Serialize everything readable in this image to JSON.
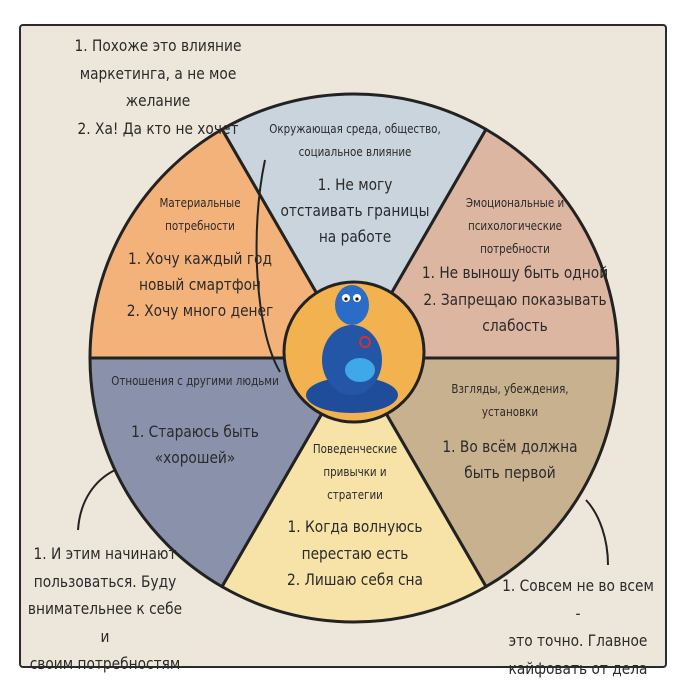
{
  "colors": {
    "paper": "#ede6da",
    "blue": "#c9d4dc",
    "orange": "#f4b27b",
    "rose": "#ddb6a2",
    "tan": "#c8b18e",
    "yellow": "#f7e2a8",
    "slate": "#8a91ab",
    "center": "#f1b24f",
    "character": "#2456a8"
  },
  "notes": {
    "top_left": [
      "1. Похоже это влияние",
      "маркетинга, а не мое желание",
      "2. Ха! Да кто не хочет"
    ],
    "bottom_left": [
      "1. И этим начинают",
      "пользоваться. Буду",
      "внимательнее к себе и",
      "своим потребностям"
    ],
    "bottom_right": [
      "1. Совсем не во всем -",
      "это точно. Главное",
      "кайфовать от дела"
    ]
  },
  "sectors": {
    "environment": {
      "title": [
        "Окружающая среда, общество,",
        "социальное влияние"
      ],
      "items": [
        "1. Не могу",
        "отстаивать границы",
        "на работе"
      ]
    },
    "material": {
      "title": [
        "Материальные",
        "потребности"
      ],
      "items": [
        "1. Хочу каждый год",
        "новый смартфон",
        "2. Хочу много денег"
      ]
    },
    "emotional": {
      "title": [
        "Эмоциональные и",
        "психологические",
        "потребности"
      ],
      "items": [
        "1. Не выношу быть одной",
        "2. Запрещаю показывать",
        "слабость"
      ]
    },
    "relations": {
      "title": [
        "Отношения с другими людьми"
      ],
      "items": [
        "1. Стараюсь быть",
        "«хорошей»"
      ]
    },
    "beliefs": {
      "title": [
        "Взгляды, убеждения,",
        "установки"
      ],
      "items": [
        "1. Во всём должна",
        "быть первой"
      ]
    },
    "behavior": {
      "title": [
        "Поведенческие",
        "привычки и",
        "стратегии"
      ],
      "items": [
        "1. Когда волнуюсь",
        "перестаю есть",
        "2. Лишаю себя сна"
      ]
    }
  }
}
